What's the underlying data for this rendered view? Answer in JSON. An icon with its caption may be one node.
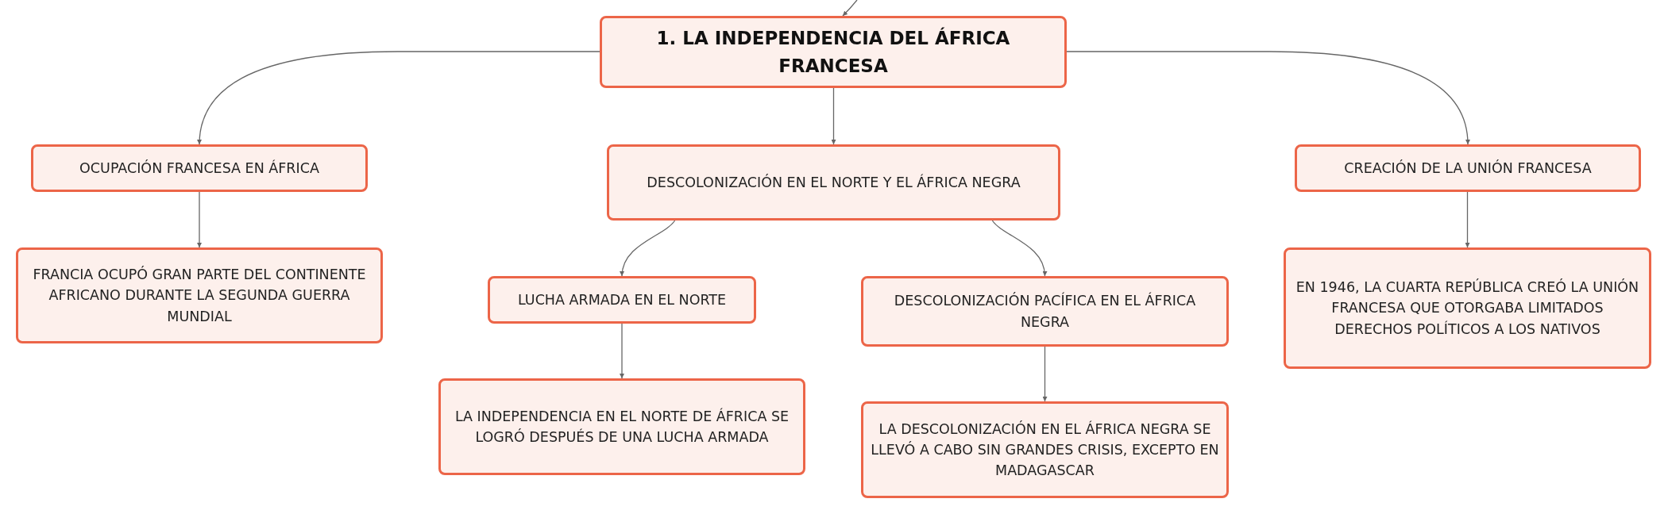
{
  "diagram": {
    "nodes": [
      {
        "text": [
          "1. LA INDEPENDENCIA DEL ÁFRICA FRANCESA"
        ]
      },
      {
        "text": [
          "OCUPACIÓN FRANCESA EN ÁFRICA"
        ]
      },
      {
        "text": [
          "DESCOLONIZACIÓN EN EL NORTE Y EL ÁFRICA NEGRA"
        ]
      },
      {
        "text": [
          "CREACIÓN DE LA UNIÓN FRANCESA"
        ]
      },
      {
        "text": [
          "FRANCIA OCUPÓ GRAN PARTE DEL CONTINENTE AFRICANO DURANTE LA SEGUNDA GUERRA MUNDIAL"
        ]
      },
      {
        "text": [
          "LUCHA ARMADA EN EL NORTE"
        ]
      },
      {
        "text": [
          "DESCOLONIZACIÓN PACÍFICA EN EL ÁFRICA NEGRA"
        ]
      },
      {
        "text": [
          "LA INDEPENDENCIA EN EL NORTE DE ÁFRICA SE LOGRÓ DESPUÉS DE UNA LUCHA ARMADA"
        ]
      },
      {
        "text": [
          "LA DESCOLONIZACIÓN EN EL ÁFRICA NEGRA SE LLEVÓ A CABO SIN GRANDES CRISIS, EXCEPTO EN MADAGASCAR"
        ]
      },
      {
        "text": [
          "EN 1946, LA CUARTA REPÚBLICA CREÓ LA UNIÓN FRANCESA QUE OTORGABA LIMITADOS DERECHOS POLÍTICOS A LOS NATIVOS"
        ]
      }
    ],
    "edges": [
      {
        "from": null,
        "to": 0,
        "arrow": "to"
      },
      {
        "from": 0,
        "to": 1,
        "arrow": "to"
      },
      {
        "from": 0,
        "to": 2,
        "arrow": "to"
      },
      {
        "from": 0,
        "to": 3,
        "arrow": "to"
      },
      {
        "from": 1,
        "to": 4,
        "arrow": "to"
      },
      {
        "from": 2,
        "to": 5,
        "arrow": "to"
      },
      {
        "from": 2,
        "to": 6,
        "arrow": "to"
      },
      {
        "from": 3,
        "to": 9,
        "arrow": "to"
      },
      {
        "from": 5,
        "to": 7,
        "arrow": "to"
      },
      {
        "from": 6,
        "to": 8,
        "arrow": "to"
      }
    ]
  }
}
